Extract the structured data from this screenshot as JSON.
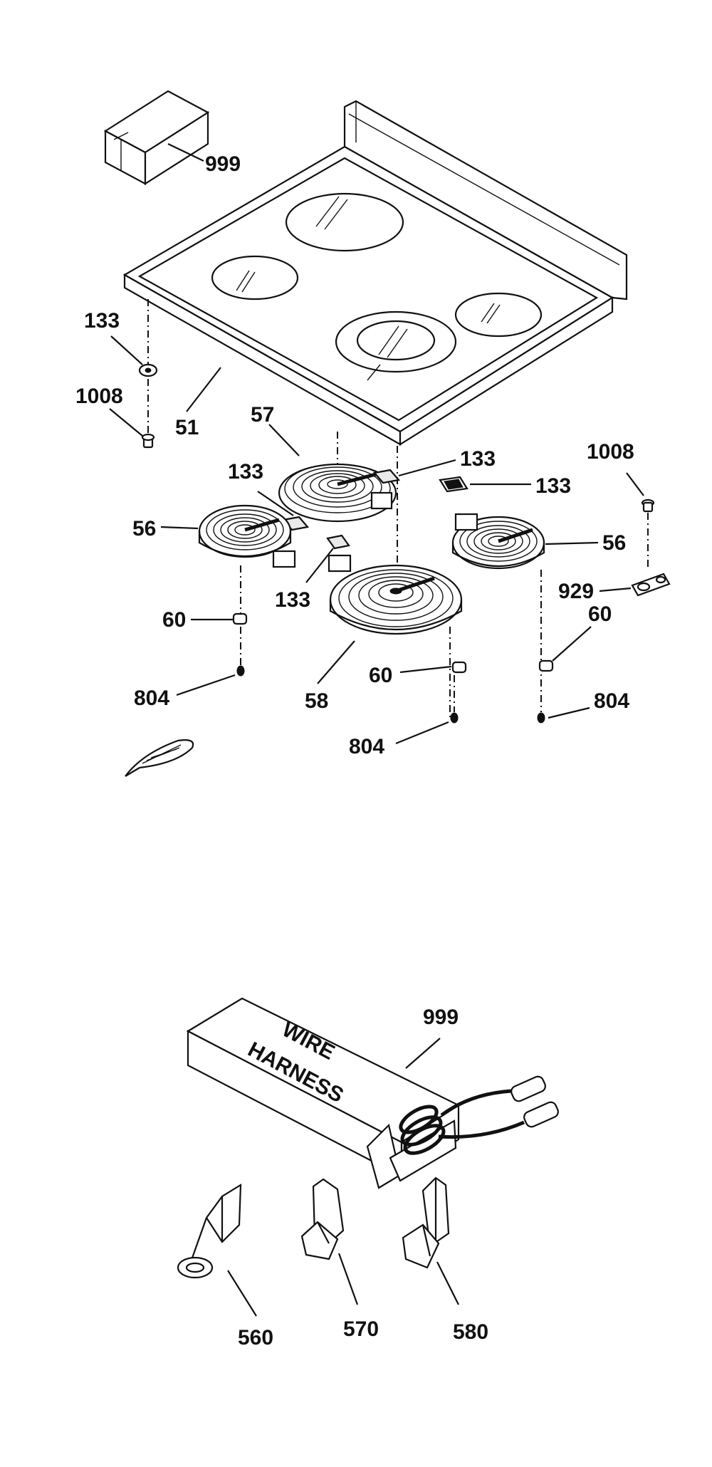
{
  "callouts": {
    "box_top": "999",
    "grommet_left": "133",
    "screw_left": "1008",
    "cooktop": "51",
    "element_back_left": "57",
    "pad_back_left": "133",
    "pad_back_right": "133",
    "pad_right": "133",
    "element_left": "56",
    "pad_center": "133",
    "screw_right": "1008",
    "element_right": "56",
    "bracket_right": "929",
    "clip_left": "60",
    "clip_center": "60",
    "clip_right": "60",
    "element_front": "58",
    "screw_bottom_left": "804",
    "screw_bottom_center": "804",
    "screw_bottom_right": "804",
    "harness_box": "999",
    "terminal_ring": "560",
    "terminal_flag": "570",
    "terminal_female": "580"
  },
  "harness_box_text": {
    "line1": "WIRE",
    "line2": "HARNESS"
  }
}
